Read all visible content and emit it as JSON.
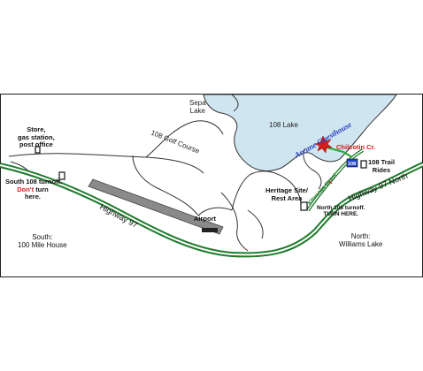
{
  "map": {
    "lakes": {
      "sepa": "Sepa\nLake",
      "lake108": "108 Lake"
    },
    "golf": "108 Golf Course",
    "store": "Store,\ngas station,\npost office",
    "south_turnoff": {
      "line1": "South 108 turnoff.",
      "line2": "Don't",
      "line3": "turn",
      "line4": "here."
    },
    "highway_sw": "Highway 97",
    "highway_ne": "Highway 97 North",
    "airport": "Airport",
    "guesthouse": "Arcane Guesthouse",
    "chilcotin": "Chilcotin Cr.",
    "trail_rides": "108 Trail\nRides",
    "heritage": "Heritage Site/\nRest Area",
    "street": "Kitwanga Street",
    "north_turnoff": "North 108 turnoff.\nTURN HERE.",
    "south_dest": "South:\n100 Mile House",
    "north_dest": "North:\nWilliams Lake",
    "sign": "108"
  },
  "colors": {
    "lake": "#cfe6f0",
    "highway": "#1f7a2c",
    "route_green": "#2ea83a",
    "guesthouse_text": "#2a3fc0",
    "star": "#d81b1b",
    "sign_bg": "#2244cc"
  }
}
